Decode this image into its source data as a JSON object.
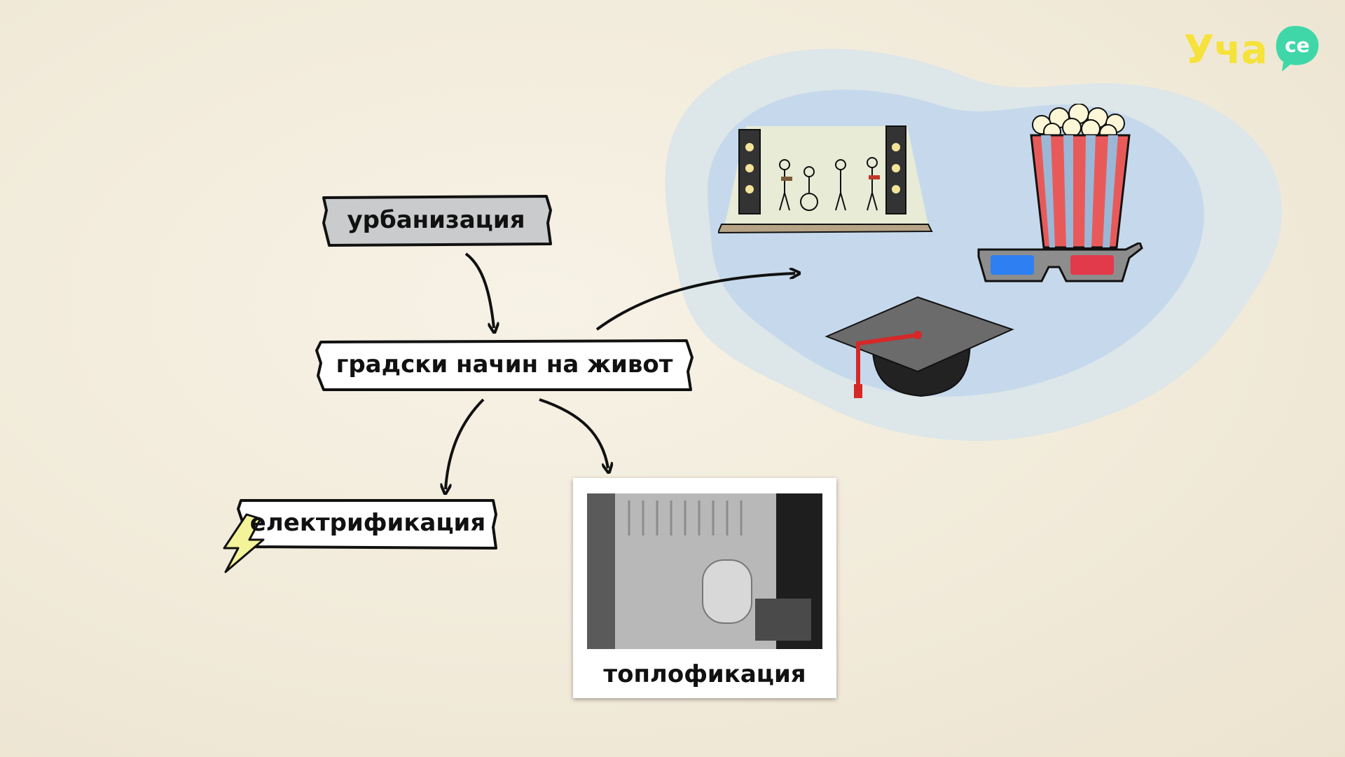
{
  "logo": {
    "text": "Уча",
    "suffix": "се"
  },
  "nodes": {
    "urbanization": "урбанизация",
    "urban_lifestyle": "градски начин на живот",
    "electrification": "електрификация",
    "district_heating": "топлофикация"
  },
  "icons": {
    "concert": "concert-stage-icon",
    "popcorn": "popcorn-icon",
    "glasses": "3d-glasses-icon",
    "cap": "graduation-cap-icon",
    "lightning": "lightning-icon",
    "radiator": "radiator-photo"
  },
  "colors": {
    "blob_outer": "#dde6e8",
    "blob_inner": "#c6d9ec",
    "label_gray": "#c9cbcc",
    "lightning": "#f3f39a",
    "logo_yellow": "#f5e23a",
    "logo_green": "#3fd7a8"
  }
}
